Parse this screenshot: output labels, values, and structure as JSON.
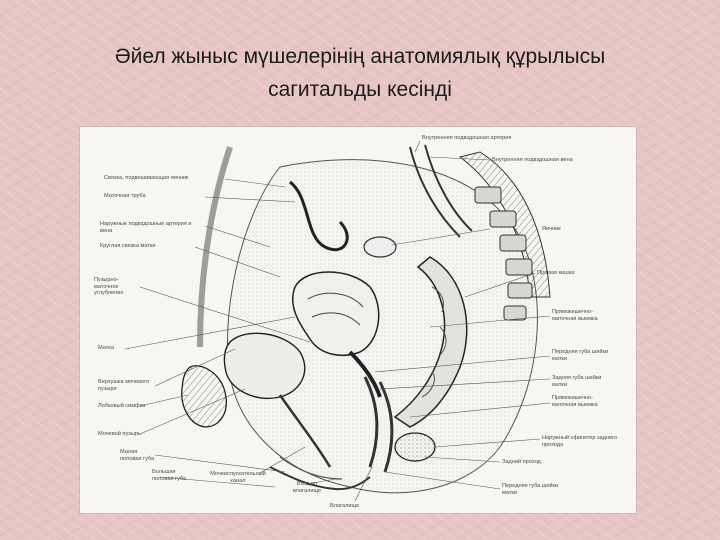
{
  "slide": {
    "title_line1": "Әйел жыныс мүшелерінің анатомиялық құрылысы",
    "title_line2": "сагитальды кесінді"
  },
  "diagram": {
    "labels_left": [
      "Связка, подвешивающая яичник",
      "Маточная труба",
      "Наружные подвздошные артерия и вена",
      "Круглая связка матки",
      "Пузырно-маточное углубление",
      "Матка",
      "Верхушка мочевого пузыря",
      "Лобковый симфиз",
      "Мочевой пузырь",
      "Малая половая губа",
      "Большая половая губа"
    ],
    "labels_right": [
      "Внутренняя подвздошная артерия",
      "Внутренняя подвздошная вена",
      "Яичник",
      "Прямая кишка",
      "Прямокишечно-маточная выемка",
      "Передняя губа шейки матки",
      "Задняя губа шейки матки",
      "Прямокишечно-маточная выемка",
      "Наружный сфинктер заднего прохода",
      "Задний проход",
      "Передняя губа шейки матки"
    ],
    "labels_bottom": [
      "Мочеиспускательный канал",
      "Вход во влагалище",
      "Влагалище"
    ]
  }
}
